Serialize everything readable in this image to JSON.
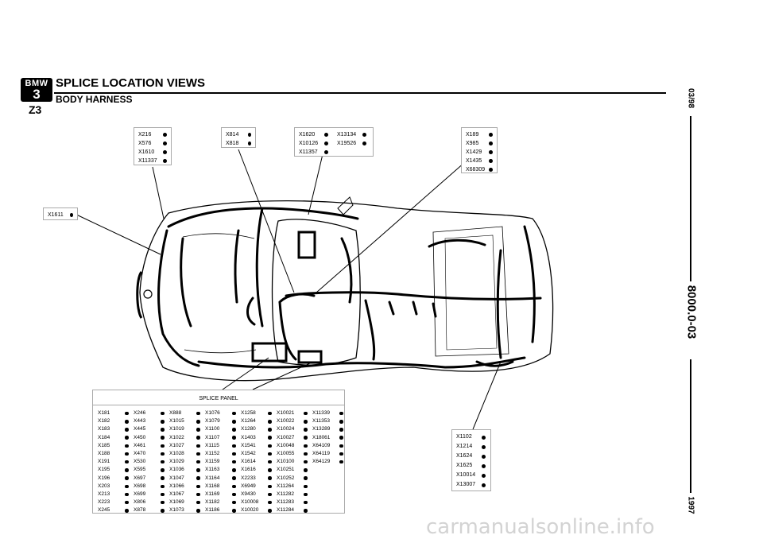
{
  "header": {
    "brand_badge": "BMW",
    "series_badge": "3",
    "model": "Z3",
    "title": "SPLICE LOCATION VIEWS",
    "subtitle": "BODY HARNESS"
  },
  "margin": {
    "date": "03/98",
    "page_number": "8000.0-03",
    "year": "1997"
  },
  "callouts": {
    "top_left": [
      "X216",
      "X576",
      "X1610",
      "X11337"
    ],
    "top_middle": [
      "X814",
      "X818"
    ],
    "top_right_pair": [
      "X1620",
      "X13134",
      "X10126",
      "X19526",
      "X11357",
      ""
    ],
    "top_far_right": [
      "X189",
      "X985",
      "X1429",
      "X1435",
      "X68309"
    ],
    "left": [
      "X1611"
    ],
    "bottom_right": [
      "X1102",
      "X1214",
      "X1624",
      "X1625",
      "X10014",
      "X13007"
    ]
  },
  "splice_panel": {
    "title": "SPLICE PANEL",
    "columns": [
      [
        "X181",
        "X182",
        "X183",
        "X184",
        "X185",
        "X188",
        "X191",
        "X195",
        "X196",
        "X203",
        "X213",
        "X223",
        "X245"
      ],
      [
        "X246",
        "X443",
        "X445",
        "X450",
        "X461",
        "X470",
        "X530",
        "X595",
        "X697",
        "X698",
        "X699",
        "X806",
        "X878"
      ],
      [
        "X888",
        "X1015",
        "X1019",
        "X1022",
        "X1027",
        "X1028",
        "X1029",
        "X1036",
        "X1047",
        "X1066",
        "X1067",
        "X1069",
        "X1073"
      ],
      [
        "X1076",
        "X1079",
        "X1100",
        "X1107",
        "X1115",
        "X1152",
        "X1159",
        "X1163",
        "X1164",
        "X1168",
        "X1169",
        "X1182",
        "X1186"
      ],
      [
        "X1258",
        "X1264",
        "X1280",
        "X1403",
        "X1541",
        "X1542",
        "X1614",
        "X1616",
        "X2233",
        "X6949",
        "X9430",
        "X10008",
        "X10020"
      ],
      [
        "X10021",
        "X10022",
        "X10024",
        "X10027",
        "X10048",
        "X10055",
        "X10100",
        "X10251",
        "X10252",
        "X11264",
        "X11282",
        "X11283",
        "X11284"
      ],
      [
        "X11339",
        "X11353",
        "X13289",
        "X18061",
        "X64109",
        "X64119",
        "X64129"
      ]
    ]
  },
  "watermark": "carmanualsonline.info"
}
